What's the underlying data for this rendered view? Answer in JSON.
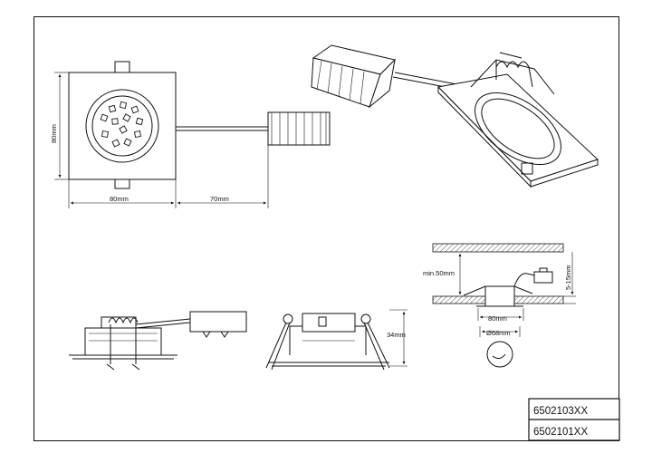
{
  "top_view": {
    "width_label": "80mm",
    "height_label": "80mm",
    "cable_label": "70mm"
  },
  "side_section": {
    "ceiling_label": "min.50mm",
    "thickness_label": "5-15mm",
    "frame_label": "80mm",
    "cutout_label": "Ø68mm"
  },
  "front_view": {
    "height_label": "34mm"
  },
  "part_numbers": [
    "6502103XX",
    "6502101XX"
  ]
}
